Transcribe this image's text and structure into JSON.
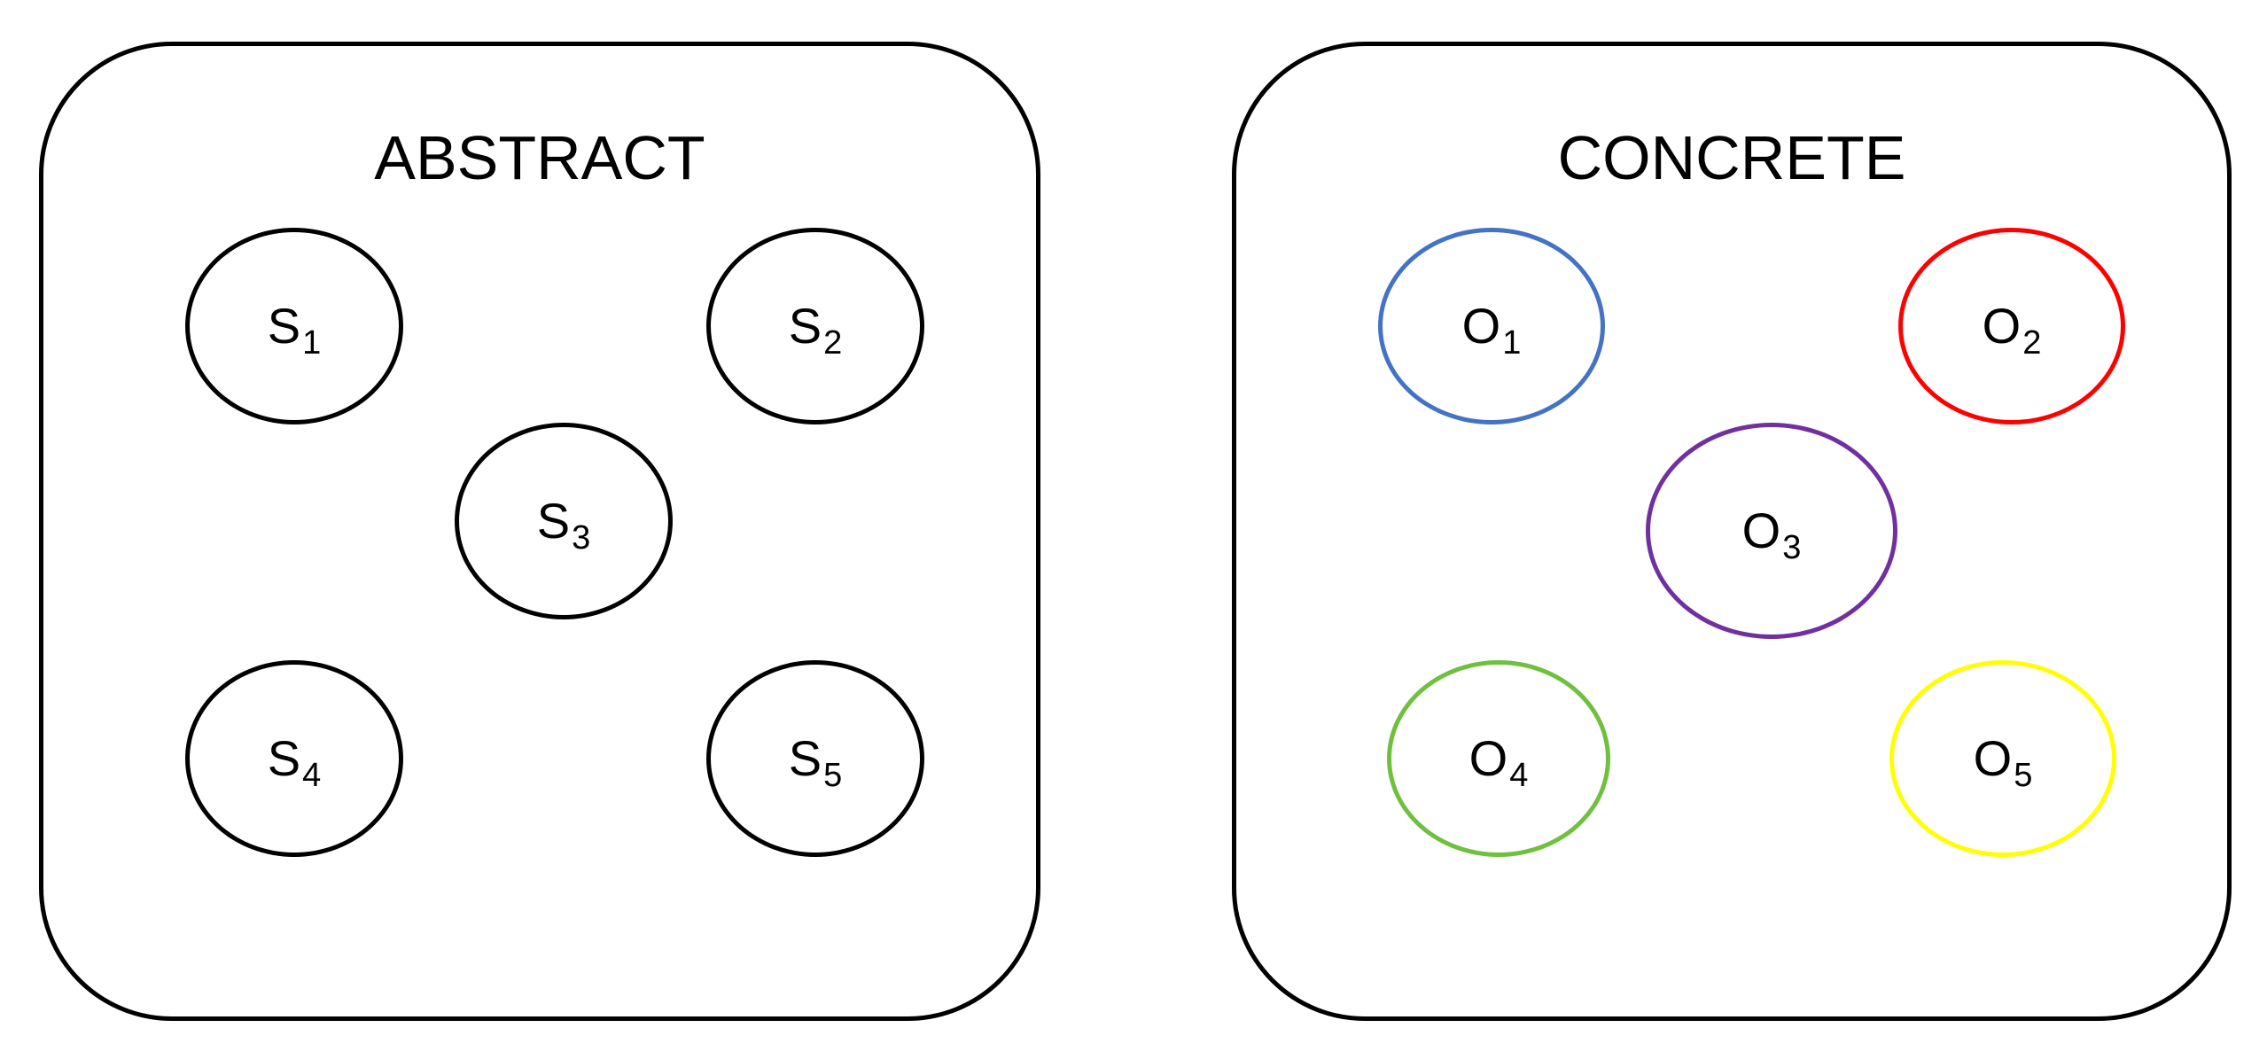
{
  "panels": [
    {
      "id": "abstract",
      "title": "ABSTRACT",
      "nodes": [
        {
          "letter": "S",
          "sub": "1",
          "color": "#000000"
        },
        {
          "letter": "S",
          "sub": "2",
          "color": "#000000"
        },
        {
          "letter": "S",
          "sub": "3",
          "color": "#000000"
        },
        {
          "letter": "S",
          "sub": "4",
          "color": "#000000"
        },
        {
          "letter": "S",
          "sub": "5",
          "color": "#000000"
        }
      ]
    },
    {
      "id": "concrete",
      "title": "CONCRETE",
      "nodes": [
        {
          "letter": "O",
          "sub": "1",
          "color": "#4472c4"
        },
        {
          "letter": "O",
          "sub": "2",
          "color": "#ff0000"
        },
        {
          "letter": "O",
          "sub": "3",
          "color": "#7030a0"
        },
        {
          "letter": "O",
          "sub": "4",
          "color": "#70c040"
        },
        {
          "letter": "O",
          "sub": "5",
          "color": "#ffff00"
        }
      ]
    }
  ]
}
